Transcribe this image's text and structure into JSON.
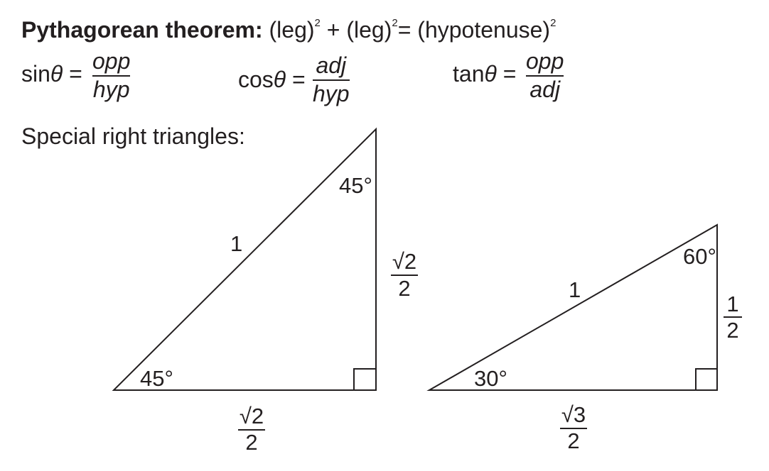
{
  "pythagorean": {
    "label": "Pythagorean theorem:",
    "leg1": "(leg)",
    "plus": "+",
    "leg2": "(leg)",
    "equals": "=",
    "hyp": "(hypotenuse)",
    "exp": "2"
  },
  "trig": [
    {
      "fn": "sin",
      "var": "θ",
      "eq": "=",
      "num": "opp",
      "den": "hyp"
    },
    {
      "fn": "cos",
      "var": "θ",
      "eq": "=",
      "num": "adj",
      "den": "hyp"
    },
    {
      "fn": "tan",
      "var": "θ",
      "eq": "=",
      "num": "opp",
      "den": "adj"
    }
  ],
  "special_label": "Special right triangles:",
  "triangle_45": {
    "angle_top": "45°",
    "angle_bottom": "45°",
    "hypotenuse": "1",
    "vertical_num": "√2",
    "vertical_den": "2",
    "base_num": "√2",
    "base_den": "2"
  },
  "triangle_30_60": {
    "angle_top": "60°",
    "angle_bottom": "30°",
    "hypotenuse": "1",
    "vertical_num": "1",
    "vertical_den": "2",
    "base_num": "√3",
    "base_den": "2"
  }
}
